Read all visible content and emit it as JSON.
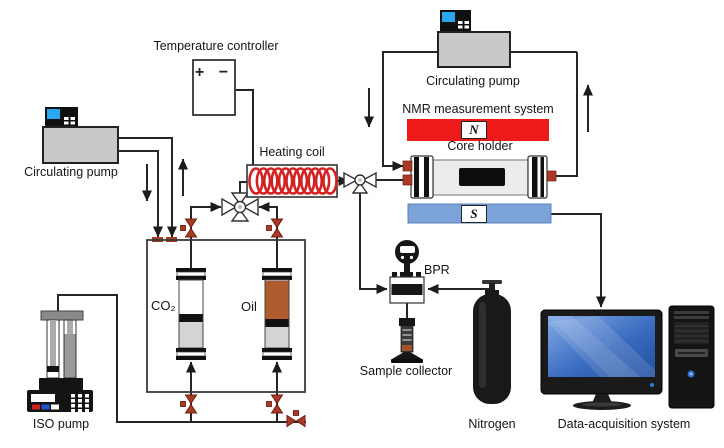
{
  "labels": {
    "temperature_controller": "Temperature controller",
    "circulating_pump_left": "Circulating pump",
    "circulating_pump_right": "Circulating pump",
    "nmr_system": "NMR measurement system",
    "core_holder": "Core holder",
    "heating_coil": "Heating coil",
    "magnet_north": "N",
    "magnet_south": "S",
    "co2": "CO₂",
    "oil": "Oil",
    "iso_pump": "ISO pump",
    "bpr": "BPR",
    "sample_collector": "Sample collector",
    "nitrogen": "Nitrogen",
    "data_acquisition": "Data-acquisition system",
    "temp_controller_symbols": "+ −"
  },
  "colors": {
    "magnet_north": "#ee1a1a",
    "magnet_south": "#7ba3da",
    "heating_coil": "#d42222",
    "valve_red": "#a93a28",
    "oil_fill": "#b05c2e",
    "pump_body": "#c9c9c9",
    "screen_blue": "#2aa7f0",
    "line": "#262626"
  }
}
